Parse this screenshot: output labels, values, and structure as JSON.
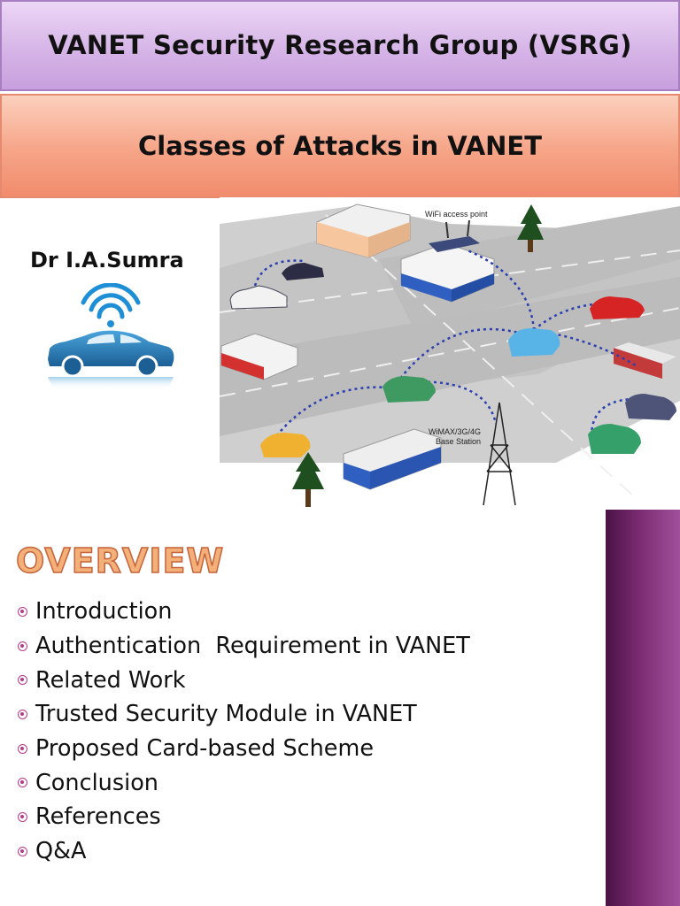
{
  "header": {
    "group": "VANET Security Research Group (VSRG)",
    "topic": "Classes of Attacks in VANET"
  },
  "author": "Dr I.A.Sumra",
  "illustration": {
    "wifi_label": "WiFi access point",
    "base_label_1": "WiMAX/3G/4G",
    "base_label_2": "Base Station"
  },
  "overview": {
    "heading": "OVERVIEW",
    "items": [
      "Introduction",
      "Authentication  Requirement in VANET",
      "Related Work",
      "Trusted Security Module in VANET",
      "Proposed Card-based Scheme",
      "Conclusion",
      "References",
      "Q&A"
    ]
  },
  "colors": {
    "title_bar": "#d4b2e6",
    "topic_bar": "#f6a487",
    "sidebar": "#7a2c72",
    "bullet": "#b83a8a",
    "heading": "#f3b078"
  },
  "icons": {
    "car_logo": "car-wifi-icon",
    "bullet": "circle-bullet-icon"
  }
}
